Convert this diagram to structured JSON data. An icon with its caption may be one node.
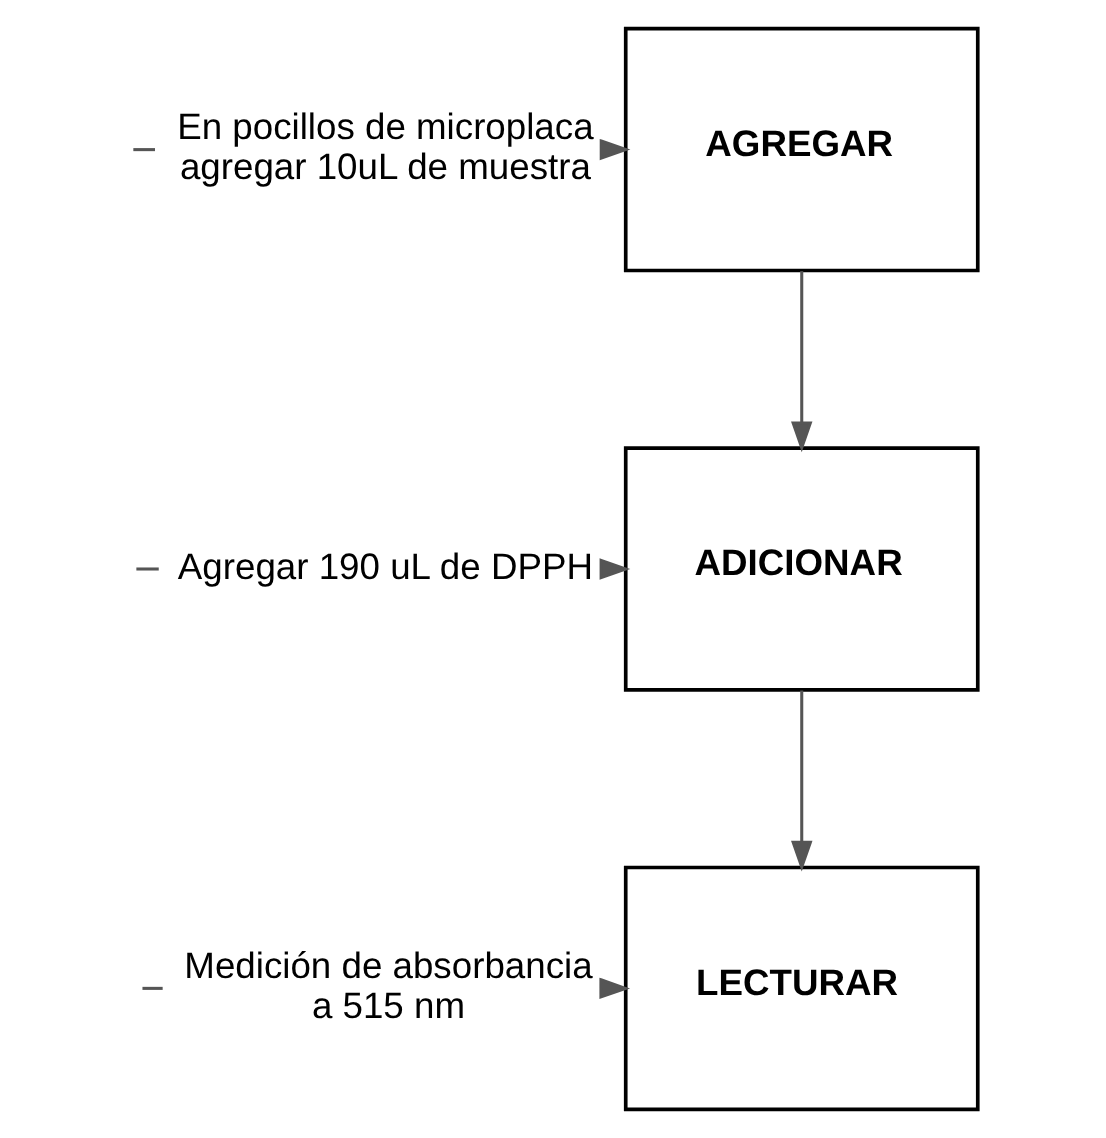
{
  "diagram": {
    "nodes": [
      {
        "text": [
          "En pocillos de microplaca agregar 10uL de muestra"
        ]
      },
      {
        "text": [
          "AGREGAR"
        ]
      },
      {
        "text": [
          "Agregar 190 uL de DPPH"
        ]
      },
      {
        "text": [
          "ADICIONAR"
        ]
      },
      {
        "text": [
          "Medición de absorbancia a 515 nm"
        ]
      },
      {
        "text": [
          "LECTURAR"
        ]
      }
    ],
    "edges": [
      {
        "from": null,
        "to": 0,
        "arrow": "none"
      },
      {
        "from": 0,
        "to": 1,
        "arrow": "to"
      },
      {
        "from": null,
        "to": 2,
        "arrow": "none"
      },
      {
        "from": 2,
        "to": 3,
        "arrow": "to"
      },
      {
        "from": null,
        "to": 4,
        "arrow": "none"
      },
      {
        "from": 4,
        "to": 5,
        "arrow": "to"
      },
      {
        "from": 1,
        "to": 3,
        "arrow": "to"
      },
      {
        "from": 3,
        "to": 5,
        "arrow": "to"
      }
    ]
  }
}
